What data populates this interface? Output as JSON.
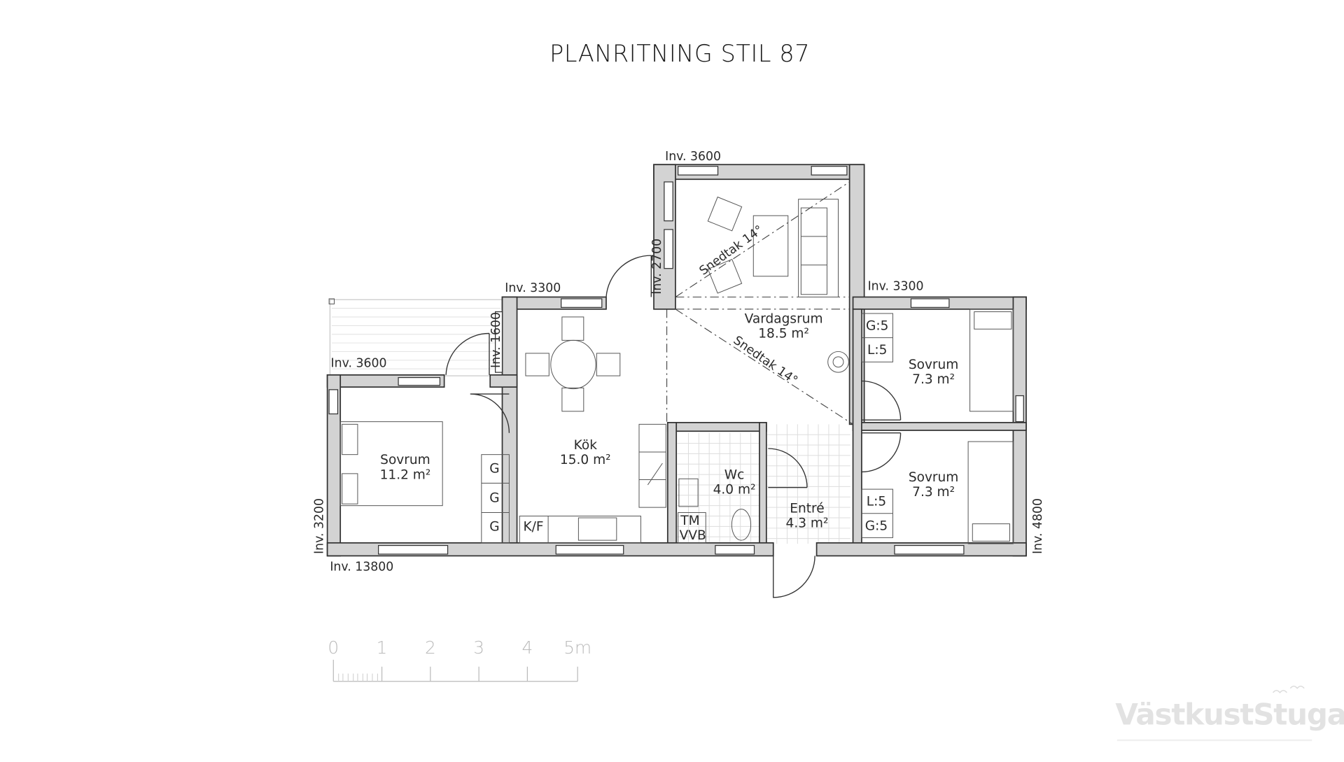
{
  "title": "PLANRITNING STIL 87",
  "dimensions": {
    "living_top": "Inv. 3600",
    "kitchen_top": "Inv. 3300",
    "porch": "Inv. 3600",
    "bedrooms_top": "Inv. 3300",
    "bottom": "Inv. 13800",
    "living_side": "Inv. 2700",
    "porch_side": "Inv. 1600",
    "left_side": "Inv. 3200",
    "right_side": "Inv. 4800"
  },
  "rooms": {
    "vardagsrum": {
      "name": "Vardagsrum",
      "area": "18.5 m²"
    },
    "sovrum_ne": {
      "name": "Sovrum",
      "area": "7.3 m²"
    },
    "sovrum_se": {
      "name": "Sovrum",
      "area": "7.3 m²"
    },
    "kok": {
      "name": "Kök",
      "area": "15.0 m²"
    },
    "sovrum_w": {
      "name": "Sovrum",
      "area": "11.2 m²"
    },
    "wc": {
      "name": "Wc",
      "area": "4.0 m²"
    },
    "entre": {
      "name": "Entré",
      "area": "4.3 m²"
    }
  },
  "annotations": {
    "snedtak_1": "Snedtak 14°",
    "snedtak_2": "Snedtak 14°"
  },
  "closets": {
    "ne_g": "G:5",
    "ne_l": "L:5",
    "se_l": "L:5",
    "se_g": "G:5",
    "w_g1": "G",
    "w_g2": "G",
    "w_g3": "G",
    "kf": "K/F",
    "tm": "TM",
    "vvb": "VVB"
  },
  "scale_bar": {
    "ticks": [
      "0",
      "1",
      "2",
      "3",
      "4",
      "5m"
    ]
  },
  "logo": {
    "text": "VästkustStugan"
  },
  "colors": {
    "wall": "#d3d3d3",
    "line": "#333333"
  }
}
